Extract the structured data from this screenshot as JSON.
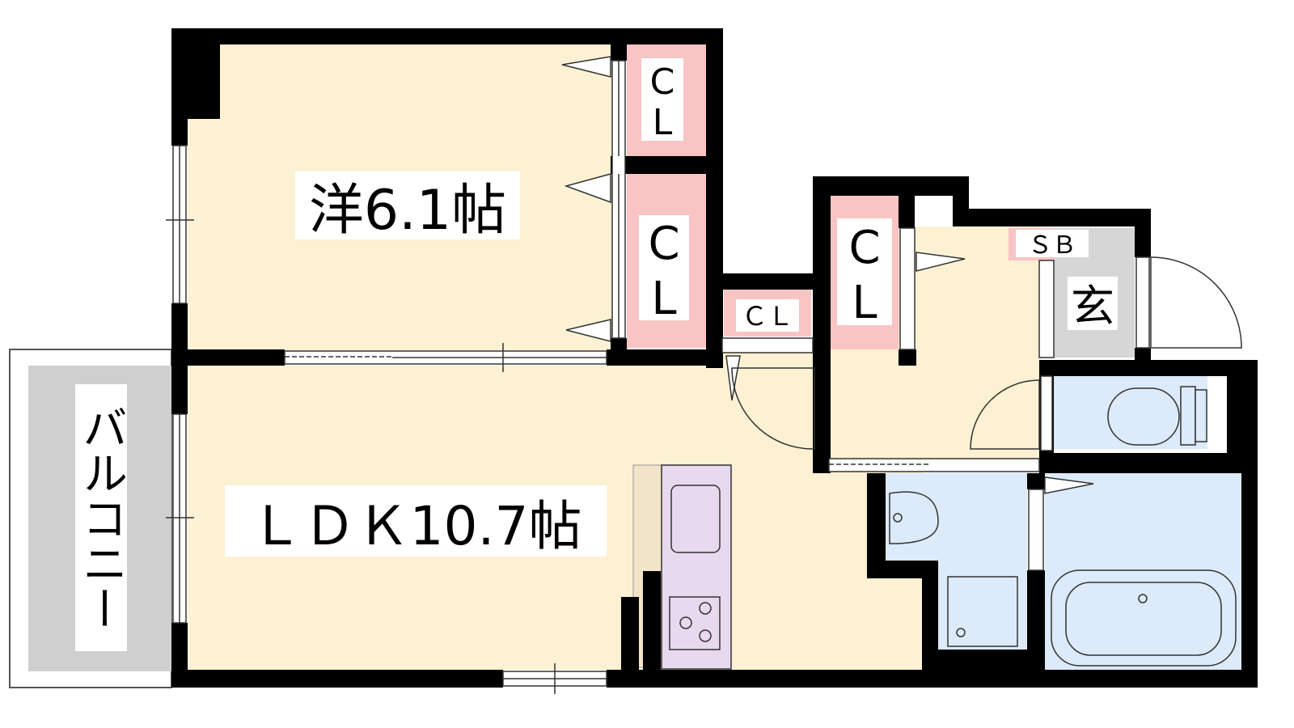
{
  "rooms": {
    "western": "洋6.1帖",
    "ldk": "ＬＤＫ10.7帖",
    "balcony": "バルコニー",
    "entrance": "玄"
  },
  "storage": {
    "cl_upper_1": [
      "C",
      "L"
    ],
    "cl_upper_2": [
      "C",
      "L"
    ],
    "cl_small": "ＣＬ",
    "cl_right": [
      "C",
      "L"
    ],
    "shoebox": "ＳＢ"
  },
  "colors": {
    "wall": "#000000",
    "room_floor": "#fdf1d3",
    "closet": "#f9c4c4",
    "wet_area": "#dceaf9",
    "kitchen": "#e8d9ef",
    "balcony": "#cfcfcf",
    "entrance": "#d6d6d6"
  }
}
